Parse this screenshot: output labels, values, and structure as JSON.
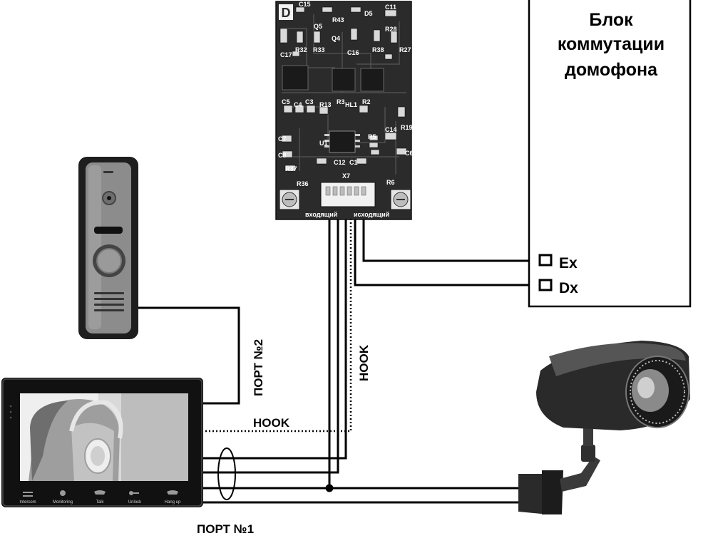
{
  "switch_unit": {
    "title_lines": [
      "Блок",
      "коммутации",
      "домофона"
    ],
    "ports": [
      "Ex",
      "Dx"
    ]
  },
  "pcb": {
    "logo": "D",
    "connector_label": "X7",
    "port_in_label": "входящий",
    "port_out_label": "исходящий",
    "components": [
      "C15",
      "C11",
      "D5",
      "R43",
      "Q5",
      "R28",
      "Q4",
      "C17",
      "R32",
      "R33",
      "C16",
      "R38",
      "R27",
      "C5",
      "C4",
      "C3",
      "R13",
      "R3",
      "HL1",
      "R2",
      "R19",
      "C7",
      "R5",
      "U1",
      "C14",
      "C8",
      "C6",
      "C12",
      "C1",
      "R37",
      "R36",
      "R6"
    ]
  },
  "labels": {
    "port2": "ПОРТ №2",
    "port1": "ПОРТ №1",
    "hook_vertical": "HOOK",
    "hook_horizontal": "HOOK"
  },
  "monitor": {
    "buttons": [
      "Intercom",
      "Monitoring",
      "Talk",
      "Unlock",
      "Hang up"
    ]
  },
  "colors": {
    "wire": "#000000",
    "pcb": "#2b2b2b",
    "panel_body": "#8c8c8c",
    "panel_frame": "#1e1e1e",
    "camera_body": "#2a2a2a"
  }
}
